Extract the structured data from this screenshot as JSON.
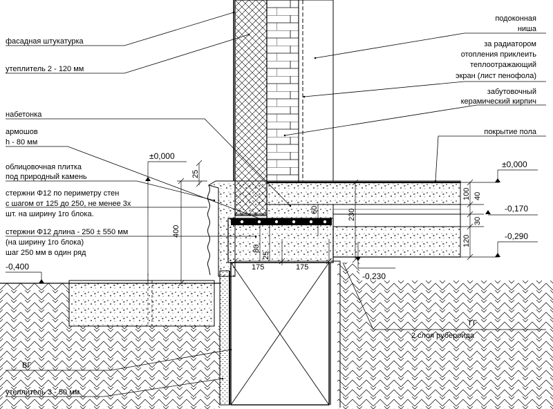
{
  "labels": {
    "sill_niche_1": "подоконная",
    "sill_niche_2": "ниша",
    "plaster": "фасадная штукатурка",
    "radiator_1": "за радиатором",
    "radiator_2": "отопления приклеить",
    "radiator_3": "теплоотражающий",
    "radiator_4": "экран (лист пенофола)",
    "insulation2": "утеплитель 2 - 120 мм",
    "brick_1": "забутовочный",
    "brick_2": "керамический кирпич",
    "topping": "набетонка",
    "mesh_1": "армошов",
    "mesh_2": "h - 80 мм",
    "floor": "покрытие пола",
    "tile_1": "облицовочная плитка",
    "tile_2": "под природный камень",
    "rods1_1": "стержни Φ12 по периметру стен",
    "rods1_2": "с шагом от 125 до 250, не менее 3х",
    "rods1_3": "шт. на ширину 1го блока.",
    "rods2_1": "стержни Φ12 длина - 250 ± 550 мм",
    "rods2_2": "(на ширину 1го блока)",
    "rods2_3": "шаг 250 мм в один ряд",
    "vg": "ВГ",
    "gg": "ГГ",
    "roofing": "2 слоя рубероида",
    "insulation3": "утеплитель 3 - 50 мм"
  },
  "levels": {
    "lvl_left_000": "±0,000",
    "lvl_right_000": "±0,000",
    "lvl_m0170": "-0,170",
    "lvl_m0290": "-0,290",
    "lvl_m0230": "-0,230",
    "lvl_m0400": "-0,400"
  },
  "dimensions": {
    "d25_top": "25",
    "d400": "400",
    "d60": "60",
    "d230": "230",
    "d80": "80",
    "d25_low": "25",
    "d175_a": "175",
    "d175_b": "175",
    "d100": "100",
    "d40": "40",
    "d30": "30",
    "d120": "120"
  },
  "colors": {
    "line": "#000000",
    "paper": "#ffffff"
  }
}
